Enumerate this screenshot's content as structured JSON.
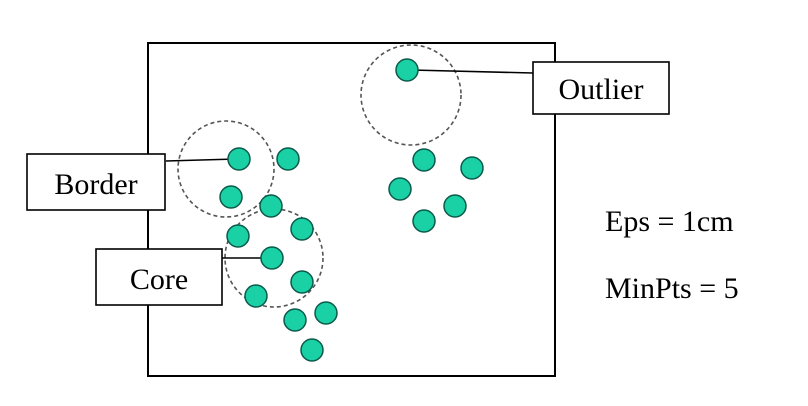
{
  "labels": {
    "outlier": "Outlier",
    "border": "Border",
    "core": "Core"
  },
  "params": {
    "eps": "Eps = 1cm",
    "minpts": "MinPts = 5"
  },
  "colors": {
    "point_fill": "#1ad1a5",
    "point_stroke": "#0a5a4a",
    "box_stroke": "#000000",
    "circle_stroke": "#555555"
  }
}
